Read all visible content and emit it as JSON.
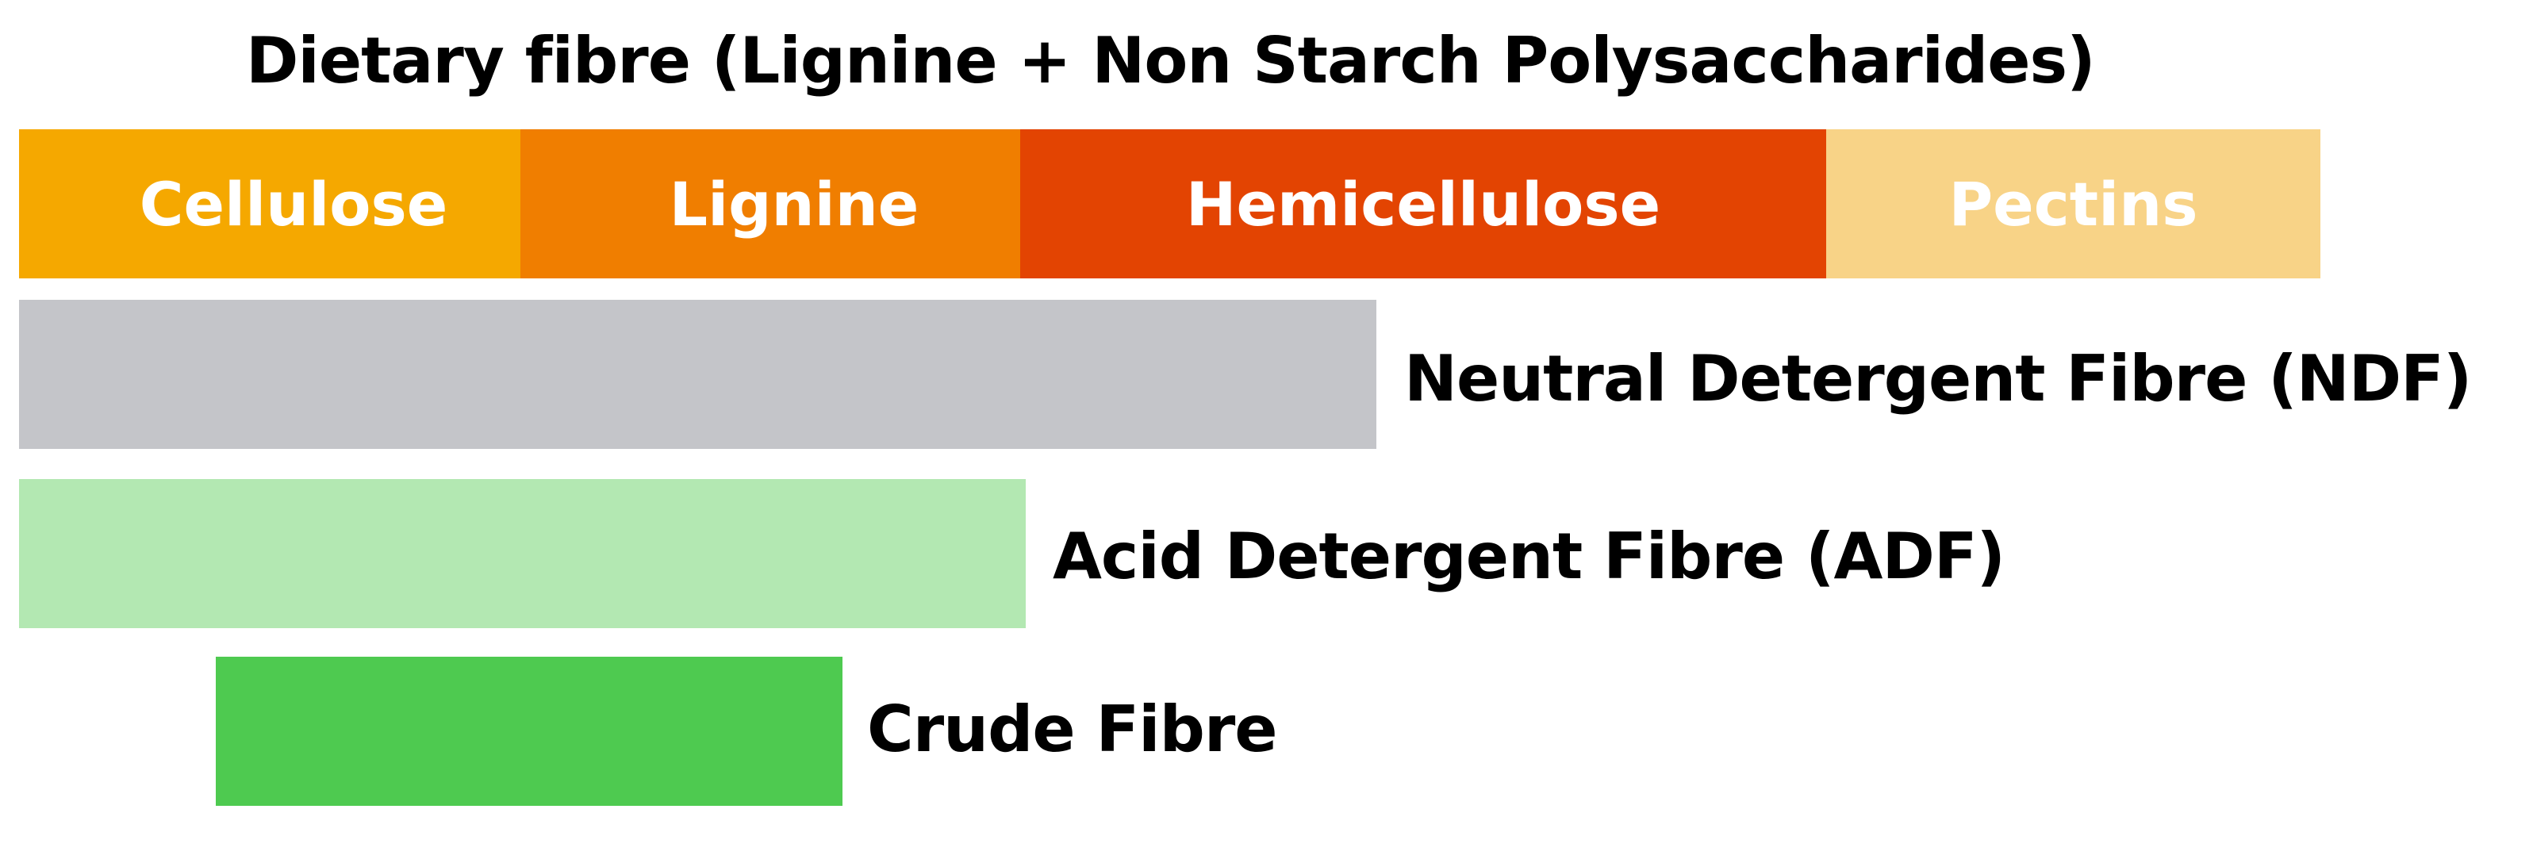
{
  "title": "Dietary fibre (Lignine + Non Starch Polysaccharides)",
  "components": [
    {
      "label": "Cellulose",
      "color": "#F5A800"
    },
    {
      "label": "Lignine",
      "color": "#F07E00"
    },
    {
      "label": "Hemicellulose",
      "color": "#E34402"
    },
    {
      "label": "Pectins",
      "color": "#F8D387"
    }
  ],
  "fractions": [
    {
      "label": "Neutral Detergent Fibre (NDF)",
      "color": "#C4C5C9"
    },
    {
      "label": "Acid Detergent Fibre (ADF)",
      "color": "#B3E8B2"
    },
    {
      "label": "Crude Fibre",
      "color": "#4ECA50"
    }
  ]
}
